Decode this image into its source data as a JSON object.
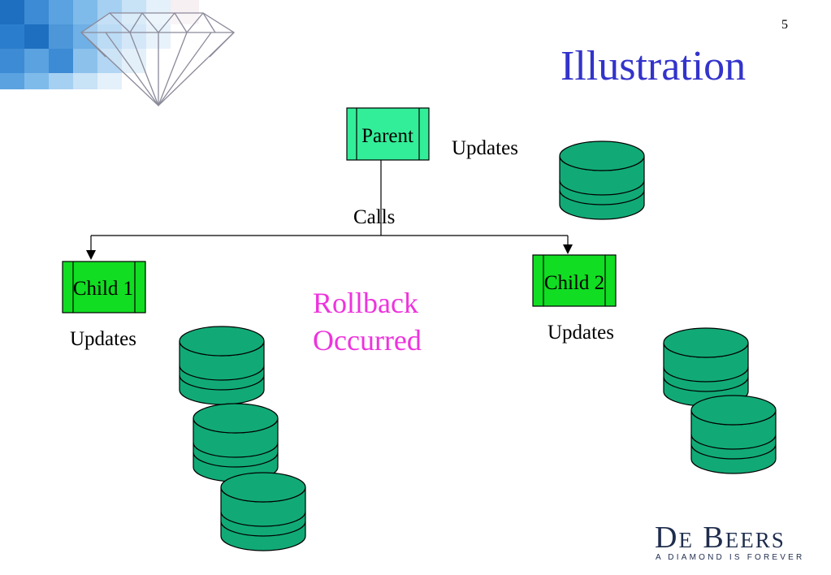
{
  "slide": {
    "page_number": "5",
    "title": "Illustration"
  },
  "diagram": {
    "parent": {
      "label": "Parent"
    },
    "child1": {
      "label": "Child 1"
    },
    "child2": {
      "label": "Child 2"
    },
    "calls_label": "Calls",
    "updates_parent": "Updates",
    "updates_child1": "Updates",
    "updates_child2": "Updates",
    "rollback_line1": "Rollback",
    "rollback_line2": "Occurred"
  },
  "brand": {
    "name": "De Beers",
    "tagline": "A DIAMOND IS FOREVER"
  },
  "colors": {
    "title": "#3333cc",
    "rollback": "#ee33dd",
    "parent_box": "#33ee99",
    "child_box": "#11dd22",
    "database": "#11aa77",
    "brand": "#1f2d4d"
  }
}
